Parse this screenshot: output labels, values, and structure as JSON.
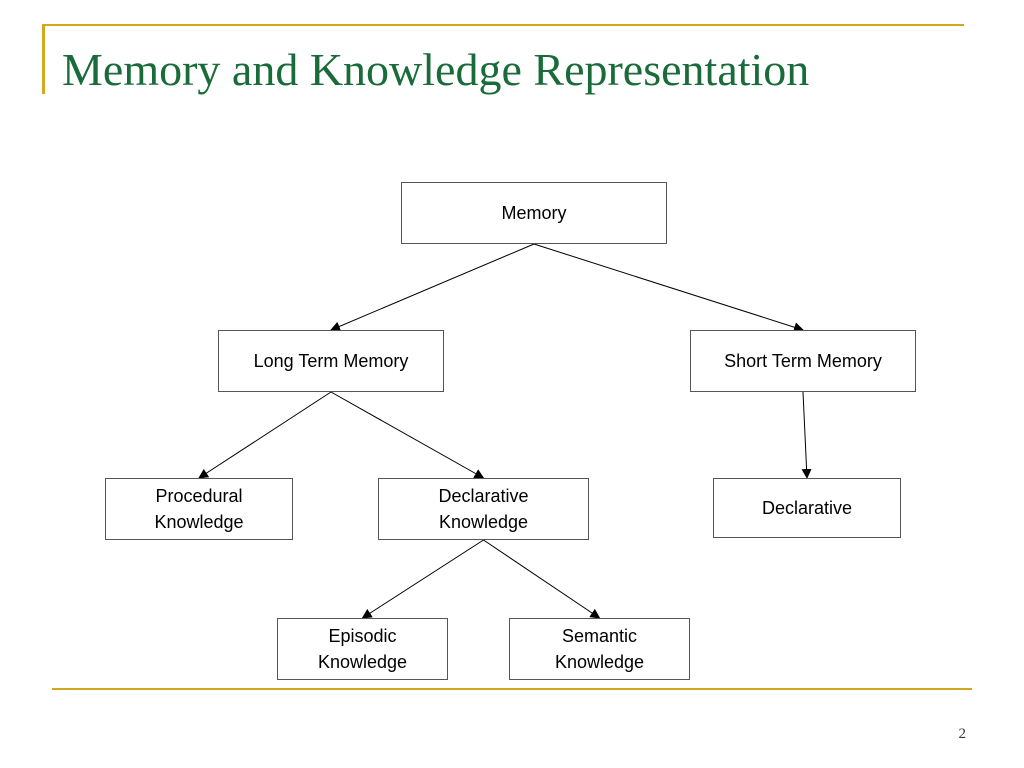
{
  "slide": {
    "title": "Memory and Knowledge Representation",
    "page_number": "2",
    "accent_color": "#d4a81e",
    "title_color": "#1a6b3a"
  },
  "diagram": {
    "nodes": {
      "memory": "Memory",
      "long_term_memory": "Long Term Memory",
      "short_term_memory": "Short Term Memory",
      "procedural_knowledge": "Procedural\nKnowledge",
      "declarative_knowledge": "Declarative\nKnowledge",
      "declarative": "Declarative",
      "episodic_knowledge": "Episodic\nKnowledge",
      "semantic_knowledge": "Semantic\nKnowledge"
    },
    "edges": [
      {
        "from": "memory",
        "to": "long_term_memory"
      },
      {
        "from": "memory",
        "to": "short_term_memory"
      },
      {
        "from": "long_term_memory",
        "to": "procedural_knowledge"
      },
      {
        "from": "long_term_memory",
        "to": "declarative_knowledge"
      },
      {
        "from": "short_term_memory",
        "to": "declarative"
      },
      {
        "from": "declarative_knowledge",
        "to": "episodic_knowledge"
      },
      {
        "from": "declarative_knowledge",
        "to": "semantic_knowledge"
      }
    ]
  }
}
